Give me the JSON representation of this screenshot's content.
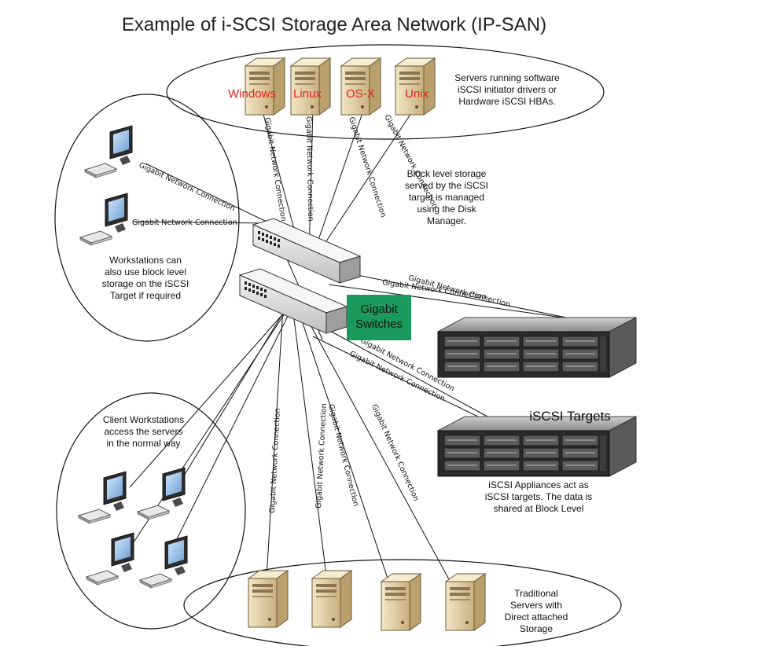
{
  "title": "Example of i-SCSI Storage Area Network (IP-SAN)",
  "connection_label": "Gigabit Network Connection",
  "os_labels": [
    "Windows",
    "Linux",
    "OS-X",
    "Unix"
  ],
  "notes": {
    "servers": "Servers running software\niSCSI initiator drivers or\nHardware iSCSI HBAs.",
    "block_level": "Block level storage\nserved by the iSCSI\ntarget is managed\nusing the Disk\nManager.",
    "workstations": "Workstations can\nalso use block level\nstorage on the iSCSI\nTarget if required",
    "switches": "Gigabit\nSwitches",
    "targets": "iSCSI Targets",
    "appliances": "iSCSI Appliances act as\niSCSI targets.  The data is\nshared at Block Level",
    "clients": "Client Workstations\naccess the servers\nin the normal way",
    "traditional": "Traditional\nServers with\nDirect attached\nStorage"
  },
  "colors": {
    "switch_label_bg": "#1a9a5c",
    "os_label": "#e0221c",
    "server_body": "#d9c7a0",
    "rack_body": "#2a2a2a"
  },
  "icons": [
    "server-tower-icon",
    "workstation-monitor-icon",
    "keyboard-icon",
    "network-switch-icon",
    "storage-rack-icon"
  ]
}
